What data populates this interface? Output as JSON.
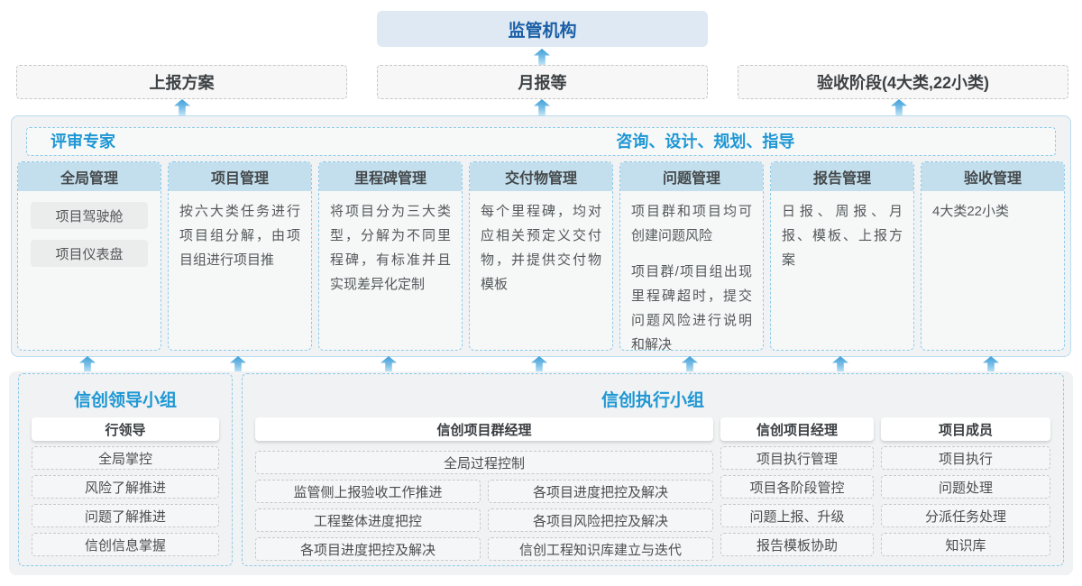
{
  "regulator": {
    "label": "监管机构"
  },
  "stages": [
    {
      "label": "上报方案"
    },
    {
      "label": "月报等"
    },
    {
      "label": "验收阶段(4大类,22小类)"
    }
  ],
  "platform": {
    "left_header": "评审专家",
    "right_header": "咨询、设计、规划、指导",
    "columns": [
      {
        "title": "全局管理",
        "items": [
          "项目驾驶舱",
          "项目仪表盘"
        ]
      },
      {
        "title": "项目管理",
        "paragraphs": [
          "按六大类任务进行项目组分解，由项目组进行项目推"
        ]
      },
      {
        "title": "里程碑管理",
        "paragraphs": [
          "将项目分为三大类型，分解为不同里程碑，有标准并且实现差异化定制"
        ]
      },
      {
        "title": "交付物管理",
        "paragraphs": [
          "每个里程碑，均对应相关预定义交付物，并提供交付物模板"
        ]
      },
      {
        "title": "问题管理",
        "paragraphs": [
          "项目群和项目均可创建问题风险",
          "项目群/项目组出现里程碑超时，提交问题风险进行说明和解决"
        ]
      },
      {
        "title": "报告管理",
        "paragraphs": [
          "日报、周报、月报、模板、上报方案"
        ]
      },
      {
        "title": "验收管理",
        "paragraphs": [
          "4大类22小类"
        ]
      }
    ]
  },
  "bottom": {
    "leader_group": {
      "title": "信创领导小组",
      "role": "行领导",
      "items": [
        "全局掌控",
        "风险了解推进",
        "问题了解推进",
        "信创信息掌握"
      ]
    },
    "exec_group": {
      "title": "信创执行小组",
      "pm_group": {
        "role": "信创项目群经理",
        "full_item": "全局过程控制",
        "col_a": [
          "监管侧上报验收工作推进",
          "工程整体进度把控",
          "各项目进度把控及解决"
        ],
        "col_b": [
          "各项目进度把控及解决",
          "各项目风险把控及解决",
          "信创工程知识库建立与迭代"
        ]
      },
      "project_manager": {
        "role": "信创项目经理",
        "items": [
          "项目执行管理",
          "项目各阶段管控",
          "问题上报、升级",
          "报告模板协助"
        ]
      },
      "member": {
        "role": "项目成员",
        "items": [
          "项目执行",
          "问题处理",
          "分派任务处理",
          "知识库"
        ]
      }
    }
  },
  "colors": {
    "deep_blue": "#1b5ea6",
    "bright_blue": "#1e97d4",
    "column_header_bg": "#c3dfee",
    "panel_bg": "#f0f2f3",
    "dashed_blue_border": "#8ecbea",
    "arrow_blue": "#3f9fd8"
  }
}
